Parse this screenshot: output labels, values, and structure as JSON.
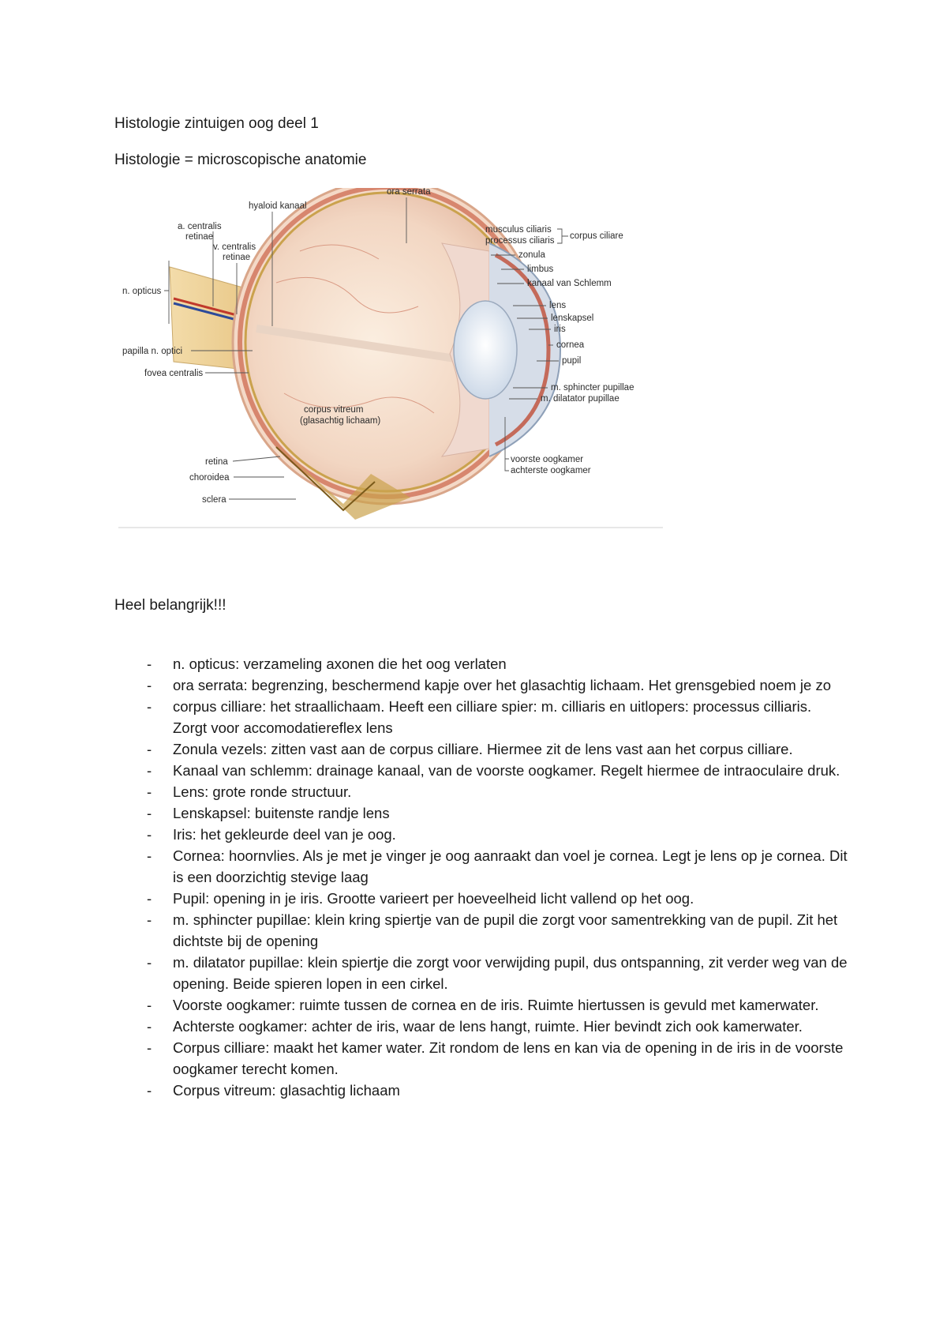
{
  "document": {
    "title": "Histologie zintuigen oog deel 1",
    "subtitle": "Histologie = microscopische anatomie",
    "important_heading": "Heel belangrijk!!!"
  },
  "figure": {
    "labels": {
      "ora_serrata": "ora serrata",
      "hyaloid_kanaal": "hyaloid kanaal",
      "a_centralis": "a. centralis",
      "a_centralis_2": "retinae",
      "v_centralis": "v. centralis",
      "v_centralis_2": "retinae",
      "n_opticus": "n. opticus",
      "papilla": "papilla n. optici",
      "fovea": "fovea centralis",
      "corpus_vitreum": "corpus vitreum",
      "corpus_vitreum_2": "(glasachtig lichaam)",
      "retina": "retina",
      "choroidea": "choroidea",
      "sclera": "sclera",
      "musculus_ciliaris": "musculus ciliaris",
      "processus_ciliaris": "processus ciliaris",
      "corpus_ciliare": "corpus ciliare",
      "zonula": "zonula",
      "limbus": "limbus",
      "kanaal_schlemm": "kanaal van Schlemm",
      "lens": "lens",
      "lenskapsel": "lenskapsel",
      "iris": "iris",
      "cornea": "cornea",
      "pupil": "pupil",
      "sphincter": "m. sphincter pupillae",
      "dilatator": "m. dilatator pupillae",
      "voorste": "voorste oogkamer",
      "achterste": "achterste oogkamer"
    }
  },
  "notes": [
    "n. opticus: verzameling axonen die het oog verlaten",
    "ora serrata: begrenzing, beschermend kapje over het glasachtig lichaam. Het grensgebied noem je zo",
    "corpus cilliare: het straallichaam. Heeft een cilliare spier: m. cilliaris en uitlopers: processus cilliaris. Zorgt voor accomodatiereflex lens",
    "Zonula vezels: zitten vast aan de corpus cilliare. Hiermee zit de lens vast aan het corpus cilliare.",
    "Kanaal van schlemm: drainage kanaal, van de voorste oogkamer. Regelt hiermee de intraoculaire druk.",
    "Lens: grote ronde structuur.",
    "Lenskapsel: buitenste randje lens",
    "Iris: het gekleurde deel van je oog.",
    "Cornea: hoornvlies. Als je met je vinger je oog aanraakt dan voel je cornea. Legt je lens op je cornea. Dit is een doorzichtig stevige laag",
    "Pupil: opening in je iris. Grootte varieert per hoeveelheid licht vallend op het oog.",
    "m. sphincter pupillae: klein kring spiertje van de pupil die zorgt voor samentrekking van de pupil. Zit het dichtste bij de opening",
    "m. dilatator pupillae: klein spiertje die zorgt voor verwijding pupil, dus ontspanning, zit verder weg van de opening. Beide spieren lopen in een cirkel.",
    "Voorste oogkamer: ruimte tussen de cornea en de iris. Ruimte hiertussen is gevuld met kamerwater.",
    "Achterste oogkamer: achter de iris, waar de lens hangt, ruimte. Hier bevindt zich ook kamerwater.",
    "Corpus cilliare: maakt het kamer water. Zit rondom de lens en kan via de opening in de iris in de voorste oogkamer terecht komen.",
    "Corpus vitreum: glasachtig lichaam"
  ],
  "list_marker": "-"
}
